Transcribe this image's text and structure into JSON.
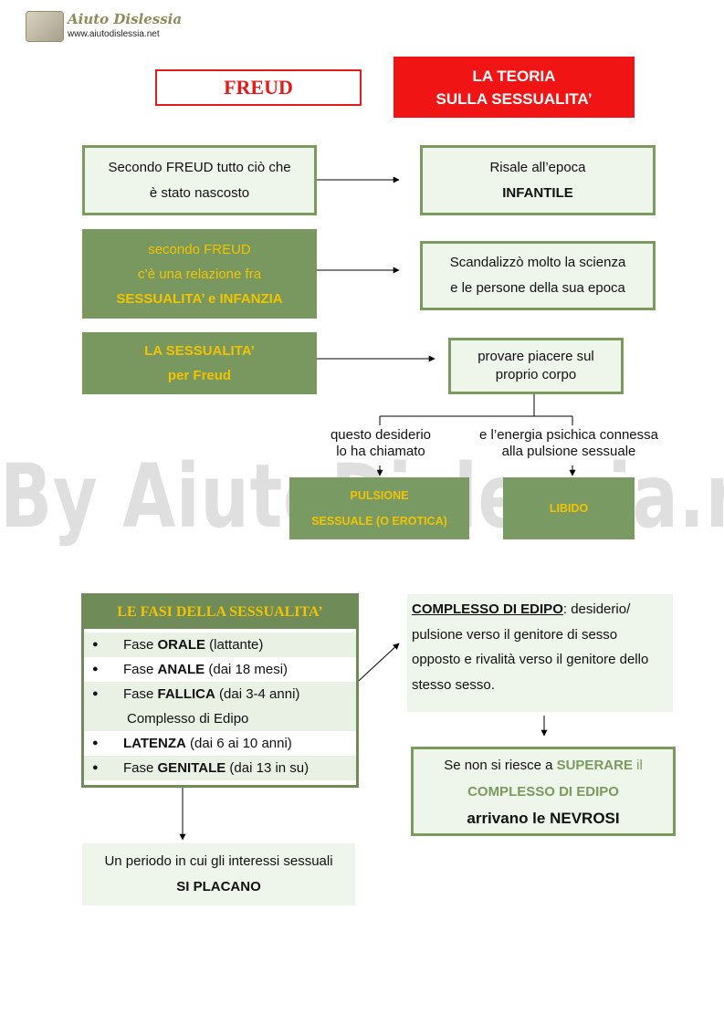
{
  "header": {
    "logo_title": "Aiuto Dislessia",
    "logo_url": "www.aiutodislessia.net"
  },
  "titles": {
    "freud": "FREUD",
    "teoria_line1": "LA TEORIA",
    "teoria_line2": "SULLA SESSUALITA’"
  },
  "box1": {
    "line1": "Secondo FREUD tutto ciò che",
    "line2": "è  stato nascosto"
  },
  "box2": {
    "line1": "Risale all’epoca",
    "line2": "INFANTILE"
  },
  "box3": {
    "line1": "secondo FREUD",
    "line2": "c’è una relazione fra",
    "line3": "SESSUALITA’ e INFANZIA"
  },
  "box4": {
    "line1": "Scandalizzò molto la scienza",
    "line2": "e le persone della sua epoca"
  },
  "box5": {
    "line1": "LA SESSUALITA’",
    "line2": "per Freud"
  },
  "box6": {
    "line1": "provare piacere sul",
    "line2": "proprio corpo"
  },
  "labels": {
    "left_line1": "questo desiderio",
    "left_line2": "lo ha chiamato",
    "right_line1": "e l’energia  psichica  connessa",
    "right_line2": "alla  pulsione  sessuale"
  },
  "box7": {
    "line1": "PULSIONE",
    "line2": "SESSUALE (O EROTICA)"
  },
  "box8": {
    "text": "LIBIDO"
  },
  "watermark": "By AiutoDislessia.net",
  "fasi": {
    "title": "LE FASI DELLA SESSUALITA’",
    "rows": [
      {
        "pre": "Fase ",
        "bold": "ORALE",
        "post": " (lattante)"
      },
      {
        "pre": "Fase ",
        "bold": "ANALE",
        "post": " (dai 18 mesi)"
      },
      {
        "pre": "Fase ",
        "bold": "FALLICA",
        "post": " (dai 3-4 anni)"
      },
      {
        "sub": "Complesso di Edipo"
      },
      {
        "pre": "",
        "bold": "LATENZA",
        "post": " (dai 6 ai 10 anni)"
      },
      {
        "pre": "Fase ",
        "bold": "GENITALE",
        "post": " (dai 13 in su)"
      }
    ]
  },
  "edipo": {
    "bold": "COMPLESSO DI EDIPO",
    "text": ": desiderio/ pulsione verso il genitore di sesso opposto e rivalità verso il genitore dello stesso  sesso."
  },
  "nevrosi": {
    "line1_pre": "Se non si riesce a ",
    "line1_hl": "SUPERARE",
    "line1_post": " il",
    "line2": "COMPLESSO DI EDIPO",
    "line3": "arrivano le NEVROSI"
  },
  "periodo": {
    "line1": "Un periodo in cui gli interessi sessuali",
    "line2": "SI PLACANO"
  },
  "colors": {
    "red": "#e31b1b",
    "green": "#789860",
    "light_green": "#eef5ea",
    "yellow": "#f2c300"
  }
}
